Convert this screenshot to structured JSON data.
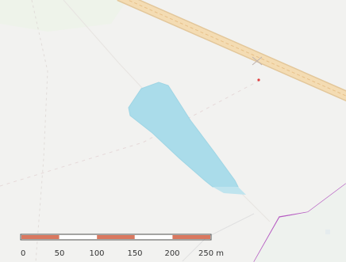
{
  "map": {
    "colors": {
      "background": "#f2f2f0",
      "water": "#aadcea",
      "water_outline": "#9fd5e4",
      "road_casing": "#e3c79a",
      "road_fill": "#f4dcb3",
      "boundary": "#b65cc2",
      "track": "#d6d1ce",
      "marker": "#e04040"
    },
    "scale_bar": {
      "labels": [
        "0",
        "50",
        "100",
        "150",
        "200",
        "250 m"
      ],
      "segment_colors": [
        "#d9785f",
        "#ffffff",
        "#d9785f",
        "#ffffff",
        "#d9785f"
      ]
    }
  }
}
